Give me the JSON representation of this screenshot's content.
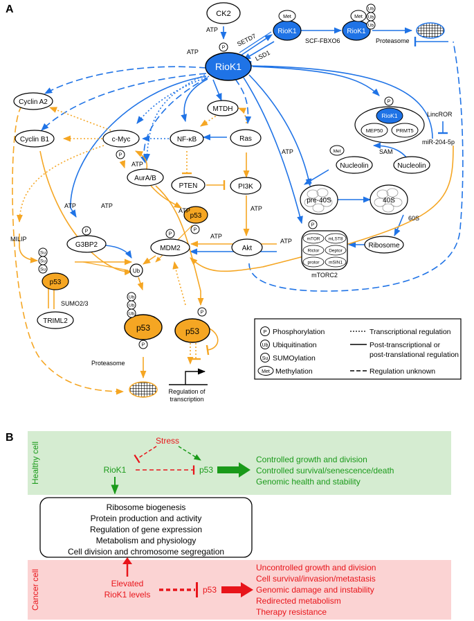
{
  "panel_a_label": "A",
  "panel_b_label": "B",
  "colors": {
    "blue": "#1f73e6",
    "orange": "#f5a623",
    "orange_fill": "#f5a623",
    "green": "#1a9a1a",
    "green_bg": "#d5ecd1",
    "red": "#e8141a",
    "red_bg": "#fbd3d3",
    "black": "#000000"
  },
  "nodes": {
    "ck2": "CK2",
    "riok1_met": "RioK1",
    "riok1_ub": "RioK1",
    "riok1_main": "RioK1",
    "cyclin_a2": "Cyclin A2",
    "cyclin_b1": "Cyclin B1",
    "mtdh": "MTDH",
    "cmyc": "c-Myc",
    "nfkb": "NF-κB",
    "ras": "Ras",
    "aurab": "AurA/B",
    "pten": "PTEN",
    "pi3k": "PI3K",
    "p53_top": "p53",
    "g3bp2": "G3BP2",
    "mdm2": "MDM2",
    "akt": "Akt",
    "p53_su": "p53",
    "triml2": "TRIML2",
    "p53_ub": "p53",
    "p53_right": "p53",
    "riok1_complex": "RioK1",
    "mep50": "MEP50",
    "prmt5": "PRMT5",
    "nucleolin_met": "Nucleolin",
    "nucleolin": "Nucleolin",
    "pre40s": "pre-40S",
    "s40": "40S",
    "ribosome": "Ribosome",
    "mtor": "mTOR",
    "mlst8": "mLST8",
    "rictor": "Rictor",
    "deptor": "Deptor",
    "protor": "protor",
    "msin1": "mSIN1",
    "mtorc2": "mTORC2"
  },
  "labels": {
    "atp": "ATP",
    "setd7": "SETD7",
    "lsd1": "LSD1",
    "scf_fbxo6": "SCF-FBXO6",
    "proteasome": "Proteasome",
    "lincror": "LincROR",
    "mir": "miR-204-5p",
    "sam": "SAM",
    "s60": "60S",
    "milip": "MILIP",
    "sumo": "SUMO2/3",
    "regulation": "Regulation of transcription",
    "regulation_l1": "Regulation of",
    "regulation_l2": "transcription"
  },
  "badges": {
    "p": "P",
    "ub": "Ub",
    "su": "Su",
    "met": "Met"
  },
  "legend": {
    "items": [
      {
        "badge": "P",
        "text": "Phosphorylation"
      },
      {
        "badge": "Ub",
        "text": "Ubiquitination"
      },
      {
        "badge": "Su",
        "text": "SUMOylation"
      },
      {
        "badge": "Met",
        "text": "Methylation"
      }
    ],
    "lines": [
      {
        "style": "dotted",
        "text": "Transcriptional regulation"
      },
      {
        "style": "solid",
        "text": "Post-transcriptional or post-translational regulation",
        "line1": "Post-transcriptional or",
        "line2": "post-translational regulation"
      },
      {
        "style": "dashed",
        "text": "Regulation unknown"
      }
    ]
  },
  "panel_b": {
    "healthy_label": "Healthy cell",
    "cancer_label": "Cancer cell",
    "stress": "Stress",
    "riok1": "RioK1",
    "p53": "p53",
    "elevated": "Elevated RioK1 levels",
    "elevated_l1": "Elevated",
    "elevated_l2": "RioK1 levels",
    "healthy_outcomes": [
      "Controlled growth and division",
      "Controlled survival/senescence/death",
      "Genomic health and stability"
    ],
    "processes": [
      "Ribosome biogenesis",
      "Protein production and activity",
      "Regulation of gene expression",
      "Metabolism and physiology",
      "Cell division and chromosome segregation"
    ],
    "cancer_outcomes": [
      "Uncontrolled growth and division",
      "Cell survival/invasion/metastasis",
      "Genomic damage and instability",
      "Redirected metabolism",
      "Therapy resistance"
    ]
  }
}
